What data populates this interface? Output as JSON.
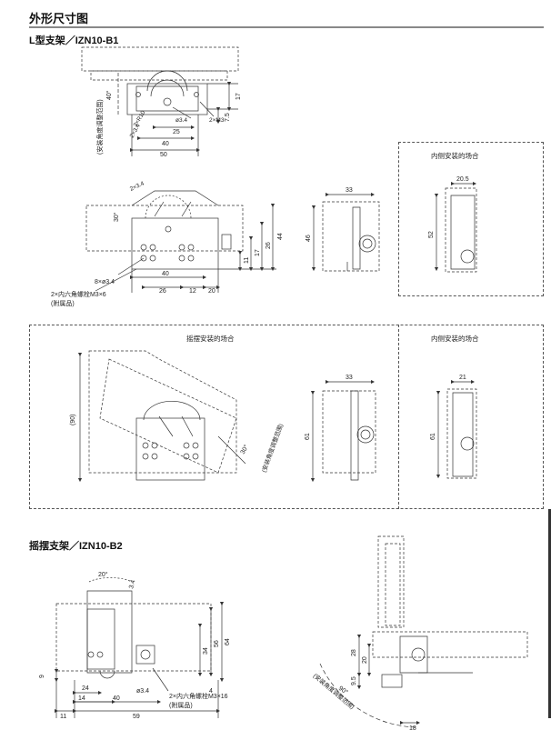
{
  "header": {
    "title": "外形尺寸图"
  },
  "sections": {
    "b1": {
      "title": "L型支架／IZN10-B1"
    },
    "b2": {
      "title": "摇摆支架／IZN10-B2"
    }
  },
  "boxes": {
    "inner_install_1": "内侧安装的场合",
    "swing_install": "摇摆安装的场合",
    "inner_install_2": "内侧安装的场合"
  },
  "b1_top": {
    "angle": "40°",
    "note": "(安装角度调整范围)",
    "d1": "17",
    "d2": "7.5",
    "d3": "25",
    "d4": "40",
    "d5": "50",
    "r1": "2×R10",
    "r2": "2×3.4",
    "h1": "ø3.4",
    "m1": "2×M3"
  },
  "b1_front": {
    "a1": "2×3.4",
    "ang": "30°",
    "w1": "40",
    "w2": "26",
    "w3": "12",
    "w4": "20",
    "h1": "44",
    "h2": "26",
    "h3": "17",
    "h4": "11",
    "holes": "8×ø3.4",
    "screw": "2×内六角螺栓M3×6",
    "note": "(附属品)"
  },
  "b1_side": {
    "w": "33",
    "h": "46"
  },
  "b1_inner": {
    "w": "20.5",
    "h": "52"
  },
  "swing_front": {
    "h": "(90)",
    "ang": "30°",
    "note": "(安装角度调整范围)"
  },
  "swing_side": {
    "w": "33",
    "h": "61"
  },
  "swing_inner": {
    "w": "21",
    "h": "61"
  },
  "b2_front": {
    "ang": "20°",
    "a1": "3.4",
    "h1": "64",
    "h2": "56",
    "h3": "34",
    "h4": "9",
    "h5": "4",
    "w1": "24",
    "w2": "14",
    "w3": "40",
    "w4": "11",
    "w5": "59",
    "hole": "ø3.4",
    "screw": "2×内六角螺栓M3×16",
    "note": "(附属品)"
  },
  "b2_side": {
    "h1": "28",
    "h2": "20",
    "h3": "9.5",
    "w1": "18",
    "ang": "90°",
    "note": "(安装角度调整范围)"
  }
}
